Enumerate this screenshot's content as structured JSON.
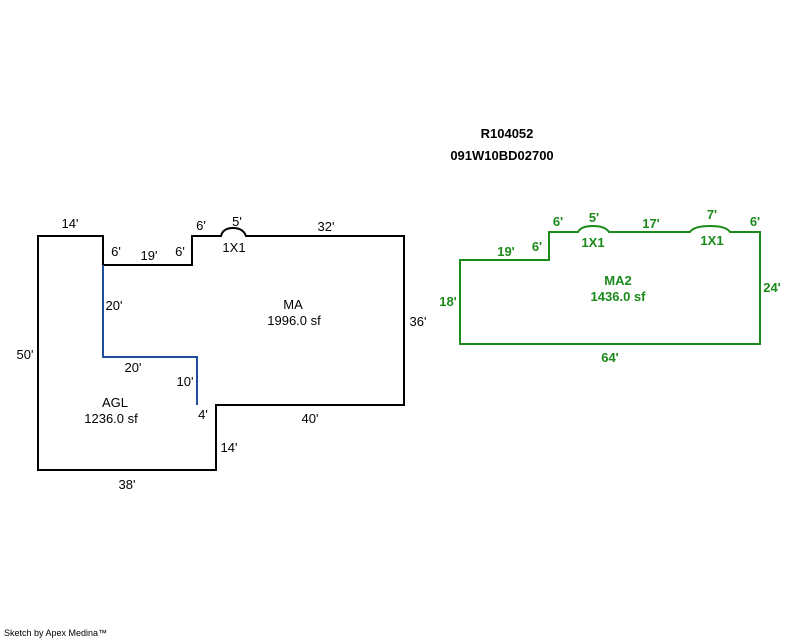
{
  "header": {
    "parcel_id": "R104052",
    "map_id": "091W10BD02700"
  },
  "credit": "Sketch by Apex Medina™",
  "colors": {
    "outline": "#000000",
    "inner_wall": "#1f4e9c",
    "ma2": "#1a8a1a"
  },
  "areas": {
    "ma": {
      "name": "MA",
      "area": "1996.0 sf"
    },
    "agl": {
      "name": "AGL",
      "area": "1236.0 sf"
    },
    "ma2": {
      "name": "MA2",
      "area": "1436.0 sf"
    }
  },
  "dims": {
    "left": {
      "d14_top": "14'",
      "d6_a": "6'",
      "d19": "19'",
      "d6_b": "6'",
      "d6_c": "6'",
      "d5": "5'",
      "d32": "32'",
      "d20_v": "20'",
      "d50": "50'",
      "d36": "36'",
      "d20_h": "20'",
      "d10": "10'",
      "d4": "4'",
      "d40": "40'",
      "d14_right": "14'",
      "d38": "38'",
      "bump": "1X1"
    },
    "right": {
      "d6_a": "6'",
      "d5": "5'",
      "d17": "17'",
      "d7": "7'",
      "d6_b": "6'",
      "d19": "19'",
      "d6_c": "6'",
      "d18": "18'",
      "d24": "24'",
      "d64": "64'",
      "bump1": "1X1",
      "bump2": "1X1"
    }
  }
}
